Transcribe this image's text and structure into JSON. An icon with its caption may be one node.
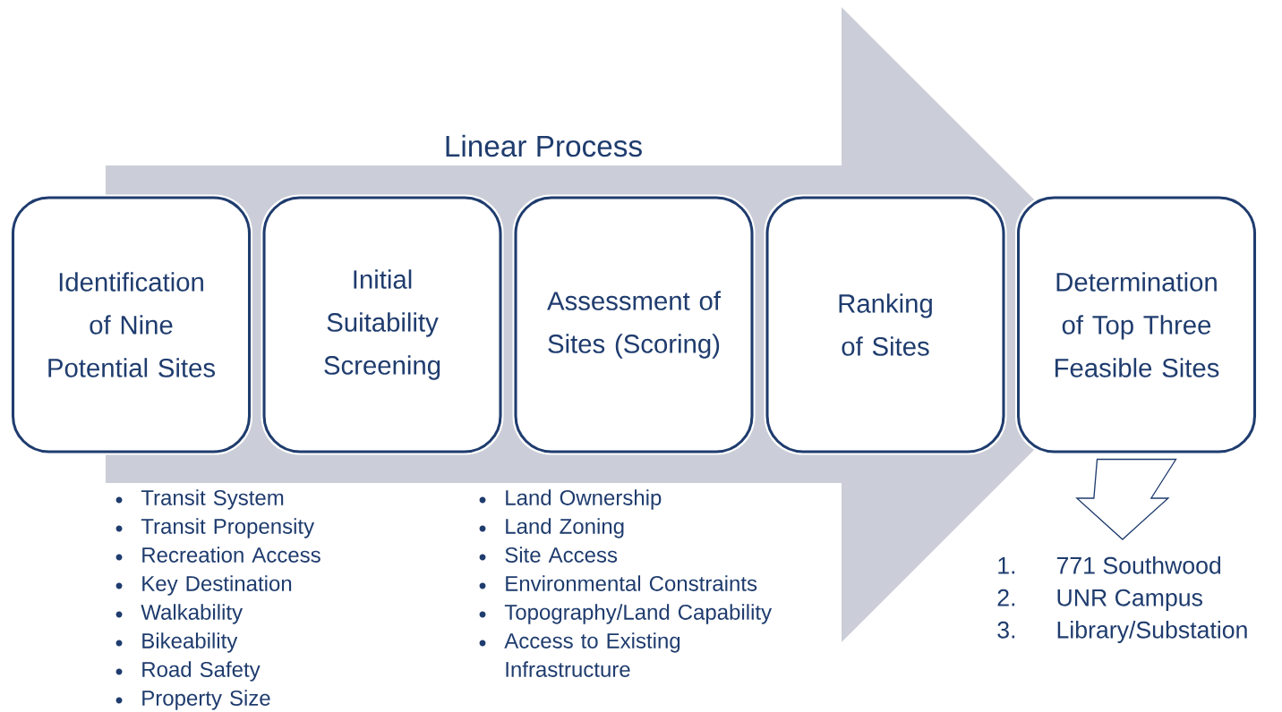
{
  "diagram": {
    "title": "Linear Process",
    "nodes": [
      {
        "text": [
          "Identification of Nine Potential Sites"
        ]
      },
      {
        "text": [
          "Initial Suitability Screening"
        ]
      },
      {
        "text": [
          "Assessment of Sites (Scoring)"
        ]
      },
      {
        "text": [
          "Ranking of Sites"
        ]
      },
      {
        "text": [
          "Determination of Top Three Feasible Sites"
        ]
      },
      {
        "text": [
          "1.",
          "771 Southwood",
          "2.",
          "UNR Campus",
          "3.",
          "Library/Substation"
        ]
      }
    ],
    "edges": [
      {
        "from": 0,
        "to": 4,
        "arrow": "to"
      },
      {
        "from": 4,
        "to": 5,
        "arrow": "to"
      }
    ],
    "labels": [
      "Transit System",
      "Transit Propensity",
      "Recreation Access",
      "Key Destination",
      "Walkability",
      "Bikeability",
      "Road Safety",
      "Property Size",
      "Land Ownership",
      "Land Zoning",
      "Site Access",
      "Environmental Constraints",
      "Topography/Land Capability",
      "Access to Existing Infrastructure"
    ]
  }
}
